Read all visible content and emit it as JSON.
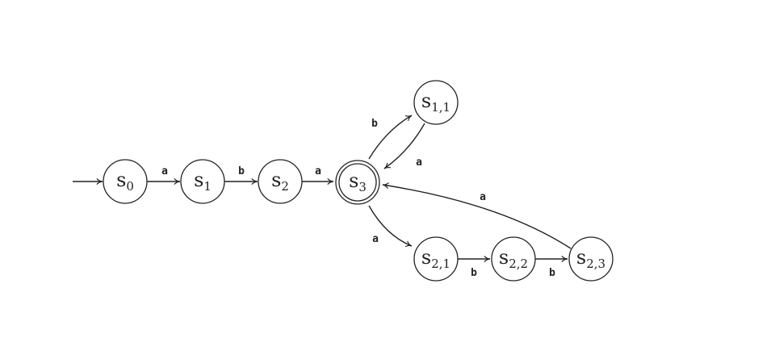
{
  "diagram": {
    "type": "finite-automaton",
    "start_state": "s0",
    "accepting_states": [
      "s3"
    ],
    "states": [
      {
        "id": "s0",
        "name": "s",
        "sub": "0"
      },
      {
        "id": "s1",
        "name": "s",
        "sub": "1"
      },
      {
        "id": "s2",
        "name": "s",
        "sub": "2"
      },
      {
        "id": "s3",
        "name": "s",
        "sub": "3"
      },
      {
        "id": "s11",
        "name": "s",
        "sub": "1,1"
      },
      {
        "id": "s21",
        "name": "s",
        "sub": "2,1"
      },
      {
        "id": "s22",
        "name": "s",
        "sub": "2,2"
      },
      {
        "id": "s23",
        "name": "s",
        "sub": "2,3"
      }
    ],
    "transitions": [
      {
        "from": "s0",
        "to": "s1",
        "label": "a"
      },
      {
        "from": "s1",
        "to": "s2",
        "label": "b"
      },
      {
        "from": "s2",
        "to": "s3",
        "label": "a"
      },
      {
        "from": "s3",
        "to": "s11",
        "label": "b"
      },
      {
        "from": "s11",
        "to": "s3",
        "label": "a"
      },
      {
        "from": "s3",
        "to": "s21",
        "label": "a"
      },
      {
        "from": "s21",
        "to": "s22",
        "label": "b"
      },
      {
        "from": "s22",
        "to": "s23",
        "label": "b"
      },
      {
        "from": "s23",
        "to": "s3",
        "label": "a"
      }
    ]
  }
}
